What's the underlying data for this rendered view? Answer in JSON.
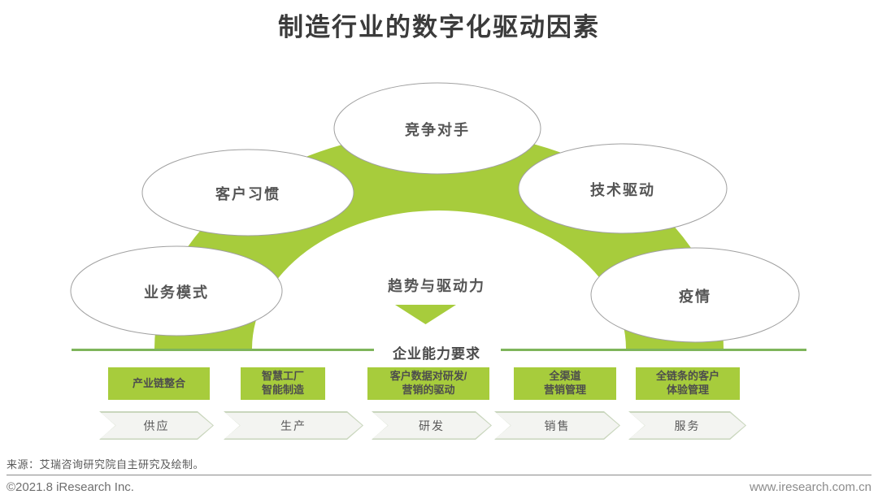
{
  "title": "制造行业的数字化驱动因素",
  "diagram": {
    "bubbles": [
      {
        "label": "业务模式"
      },
      {
        "label": "客户习惯"
      },
      {
        "label": "竞争对手"
      },
      {
        "label": "技术驱动"
      },
      {
        "label": "疫情"
      }
    ],
    "trend_label": "趋势与驱动力",
    "capability_label": "企业能力要求",
    "capability_boxes": [
      {
        "line1": "产业链整合",
        "line2": ""
      },
      {
        "line1": "智慧工厂",
        "line2": "智能制造"
      },
      {
        "line1": "客户数据对研发/",
        "line2": "营销的驱动"
      },
      {
        "line1": "全渠道",
        "line2": "营销管理"
      },
      {
        "line1": "全链条的客户",
        "line2": "体验管理"
      }
    ],
    "value_chain_stages": [
      {
        "label": "供应"
      },
      {
        "label": "生产"
      },
      {
        "label": "研发"
      },
      {
        "label": "销售"
      },
      {
        "label": "服务"
      }
    ],
    "colors": {
      "green": "#a7cc3c",
      "baseline_green": "#7eb55b",
      "text_gray": "#595959"
    }
  },
  "footer": {
    "source": "来源：艾瑞咨询研究院自主研究及绘制。",
    "copyright": "©2021.8 iResearch Inc.",
    "website": "www.iresearch.com.cn"
  }
}
